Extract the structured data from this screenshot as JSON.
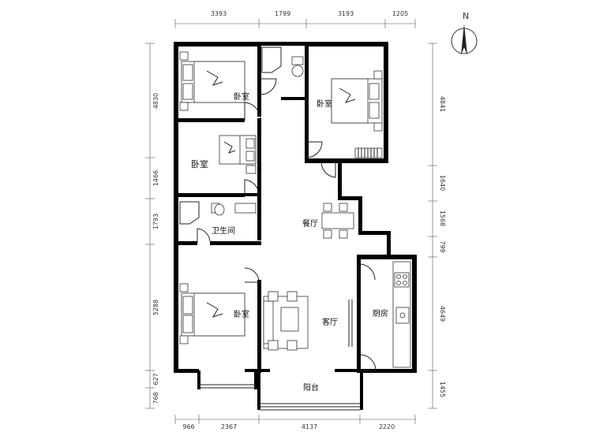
{
  "dimensions": {
    "top": [
      "3393",
      "1799",
      "3193",
      "1205"
    ],
    "bottom": [
      "966",
      "2367",
      "4137",
      "2220"
    ],
    "left": [
      "4830",
      "1466",
      "1793",
      "5288",
      "627",
      "768"
    ],
    "right": [
      "4841",
      "1640",
      "1568",
      "799",
      "4649",
      "1455"
    ]
  },
  "rooms": {
    "bedroom_nw": "卧室",
    "bedroom_ne": "卧室",
    "bedroom_mid": "卧室",
    "bathroom": "卫生间",
    "dining": "餐厅",
    "bedroom_sw": "卧室",
    "living": "客厅",
    "kitchen": "厨房",
    "balcony": "阳台"
  },
  "compass": {
    "label": "N"
  }
}
